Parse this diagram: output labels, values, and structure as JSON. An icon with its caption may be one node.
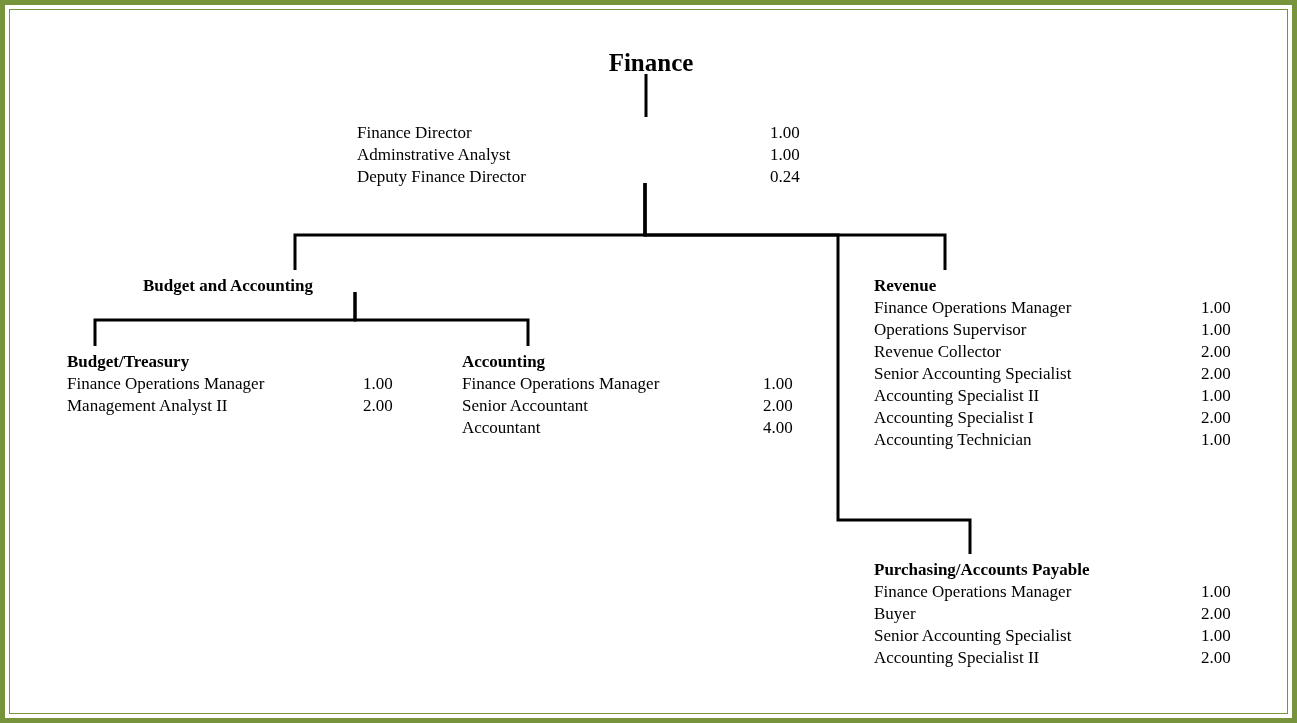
{
  "diagram": {
    "nodes": [
      {
        "text": [
          "Finance"
        ]
      },
      {
        "text": [
          "Finance Director",
          "1.00",
          "Adminstrative Analyst",
          "1.00",
          "Deputy Finance Director",
          "0.24"
        ]
      },
      {
        "text": [
          "Budget and Accounting"
        ]
      },
      {
        "text": [
          "Budget/Treasury",
          "Finance Operations Manager",
          "1.00",
          "Management Analyst II",
          "2.00"
        ]
      },
      {
        "text": [
          "Accounting",
          "Finance Operations Manager",
          "1.00",
          "Senior Accountant",
          "2.00",
          "Accountant",
          "4.00"
        ]
      },
      {
        "text": [
          "Revenue",
          "Finance Operations Manager",
          "1.00",
          "Operations Supervisor",
          "1.00",
          "Revenue Collector",
          "2.00",
          "Senior Accounting Specialist",
          "2.00",
          "Accounting Specialist II",
          "1.00",
          "Accounting Specialist I",
          "2.00",
          "Accounting Technician",
          "1.00"
        ]
      },
      {
        "text": [
          "Purchasing/Accounts Payable",
          "Finance Operations Manager",
          "1.00",
          "Buyer",
          "2.00",
          "Senior Accounting Specialist",
          "1.00",
          "Accounting Specialist II",
          "2.00"
        ]
      }
    ],
    "edges": [
      {
        "from": 0,
        "to": 1,
        "arrow": "none"
      },
      {
        "from": 1,
        "to": 2,
        "arrow": "none"
      },
      {
        "from": 1,
        "to": 5,
        "arrow": "none"
      },
      {
        "from": 1,
        "to": 6,
        "arrow": "none"
      },
      {
        "from": 2,
        "to": 3,
        "arrow": "none"
      },
      {
        "from": 2,
        "to": 4,
        "arrow": "none"
      }
    ]
  }
}
